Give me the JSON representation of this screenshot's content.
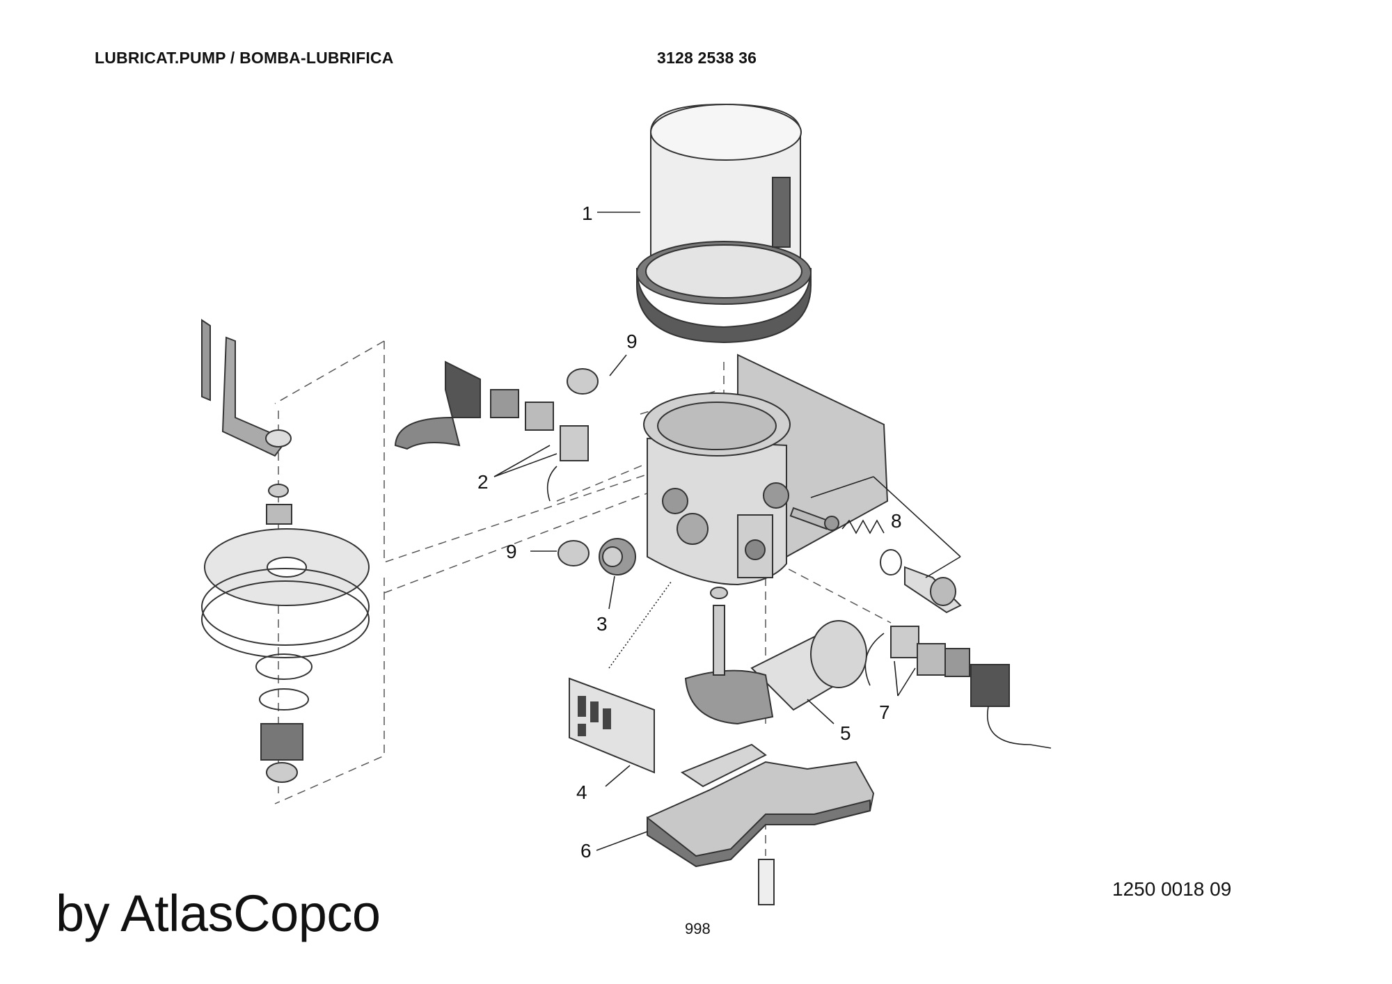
{
  "header": {
    "title": "LUBRICAT.PUMP / BOMBA-LUBRIFICA",
    "part_number": "3128 2538 36"
  },
  "footer": {
    "document_number": "1250 0018 09",
    "page_number": "998",
    "brand": "by AtlasCopco"
  },
  "callouts": {
    "c1": "1",
    "c2": "2",
    "c3": "3",
    "c4": "4",
    "c5": "5",
    "c6": "6",
    "c7": "7",
    "c8": "8",
    "c9a": "9",
    "c9b": "9"
  }
}
